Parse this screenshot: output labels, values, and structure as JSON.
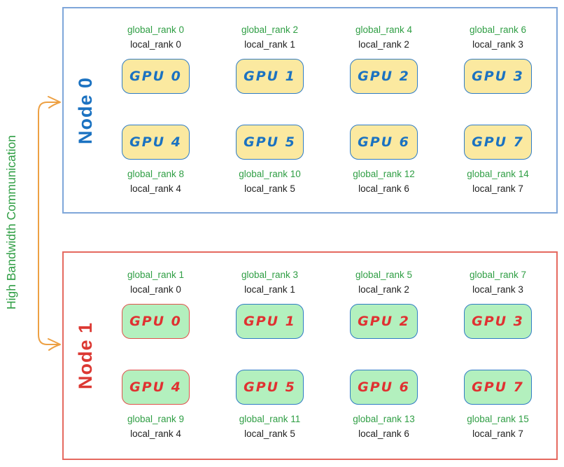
{
  "connector": {
    "label": "High Bandwidth Communication",
    "label_color": "#2f9e44",
    "arrow_color": "#eda043",
    "arrow_icon": "double-headed-arrow"
  },
  "colors": {
    "gpu_border_blue": "#2f7cc4",
    "gpu_border_red": "#e0524c",
    "rank_global_color": "#2f9e44",
    "rank_local_color": "#1f1f1f"
  },
  "nodes": [
    {
      "label": "Node 0",
      "label_color": "#1b72c1",
      "border_color": "#7ea6d9",
      "gpu_fill": "#fbe9a0",
      "gpu_text": "#1b72c1",
      "gpus": [
        {
          "name": "GPU 0",
          "global_rank": "global_rank 0",
          "local_rank": "local_rank 0",
          "border": "blue"
        },
        {
          "name": "GPU 1",
          "global_rank": "global_rank 2",
          "local_rank": "local_rank 1",
          "border": "blue"
        },
        {
          "name": "GPU 2",
          "global_rank": "global_rank 4",
          "local_rank": "local_rank 2",
          "border": "blue"
        },
        {
          "name": "GPU 3",
          "global_rank": "global_rank 6",
          "local_rank": "local_rank 3",
          "border": "blue"
        },
        {
          "name": "GPU 4",
          "global_rank": "global_rank 8",
          "local_rank": "local_rank 4",
          "border": "blue"
        },
        {
          "name": "GPU 5",
          "global_rank": "global_rank 10",
          "local_rank": "local_rank 5",
          "border": "blue"
        },
        {
          "name": "GPU 6",
          "global_rank": "global_rank 12",
          "local_rank": "local_rank 6",
          "border": "blue"
        },
        {
          "name": "GPU 7",
          "global_rank": "global_rank 14",
          "local_rank": "local_rank 7",
          "border": "blue"
        }
      ]
    },
    {
      "label": "Node 1",
      "label_color": "#dc3832",
      "border_color": "#e5695f",
      "gpu_fill": "#b3f0be",
      "gpu_text": "#e03131",
      "gpus": [
        {
          "name": "GPU 0",
          "global_rank": "global_rank 1",
          "local_rank": "local_rank 0",
          "border": "red"
        },
        {
          "name": "GPU 1",
          "global_rank": "global_rank 3",
          "local_rank": "local_rank 1",
          "border": "blue"
        },
        {
          "name": "GPU 2",
          "global_rank": "global_rank 5",
          "local_rank": "local_rank 2",
          "border": "blue"
        },
        {
          "name": "GPU 3",
          "global_rank": "global_rank 7",
          "local_rank": "local_rank 3",
          "border": "blue"
        },
        {
          "name": "GPU 4",
          "global_rank": "global_rank 9",
          "local_rank": "local_rank 4",
          "border": "red"
        },
        {
          "name": "GPU 5",
          "global_rank": "global_rank 11",
          "local_rank": "local_rank 5",
          "border": "blue"
        },
        {
          "name": "GPU 6",
          "global_rank": "global_rank 13",
          "local_rank": "local_rank 6",
          "border": "blue"
        },
        {
          "name": "GPU 7",
          "global_rank": "global_rank 15",
          "local_rank": "local_rank 7",
          "border": "blue"
        }
      ]
    }
  ]
}
